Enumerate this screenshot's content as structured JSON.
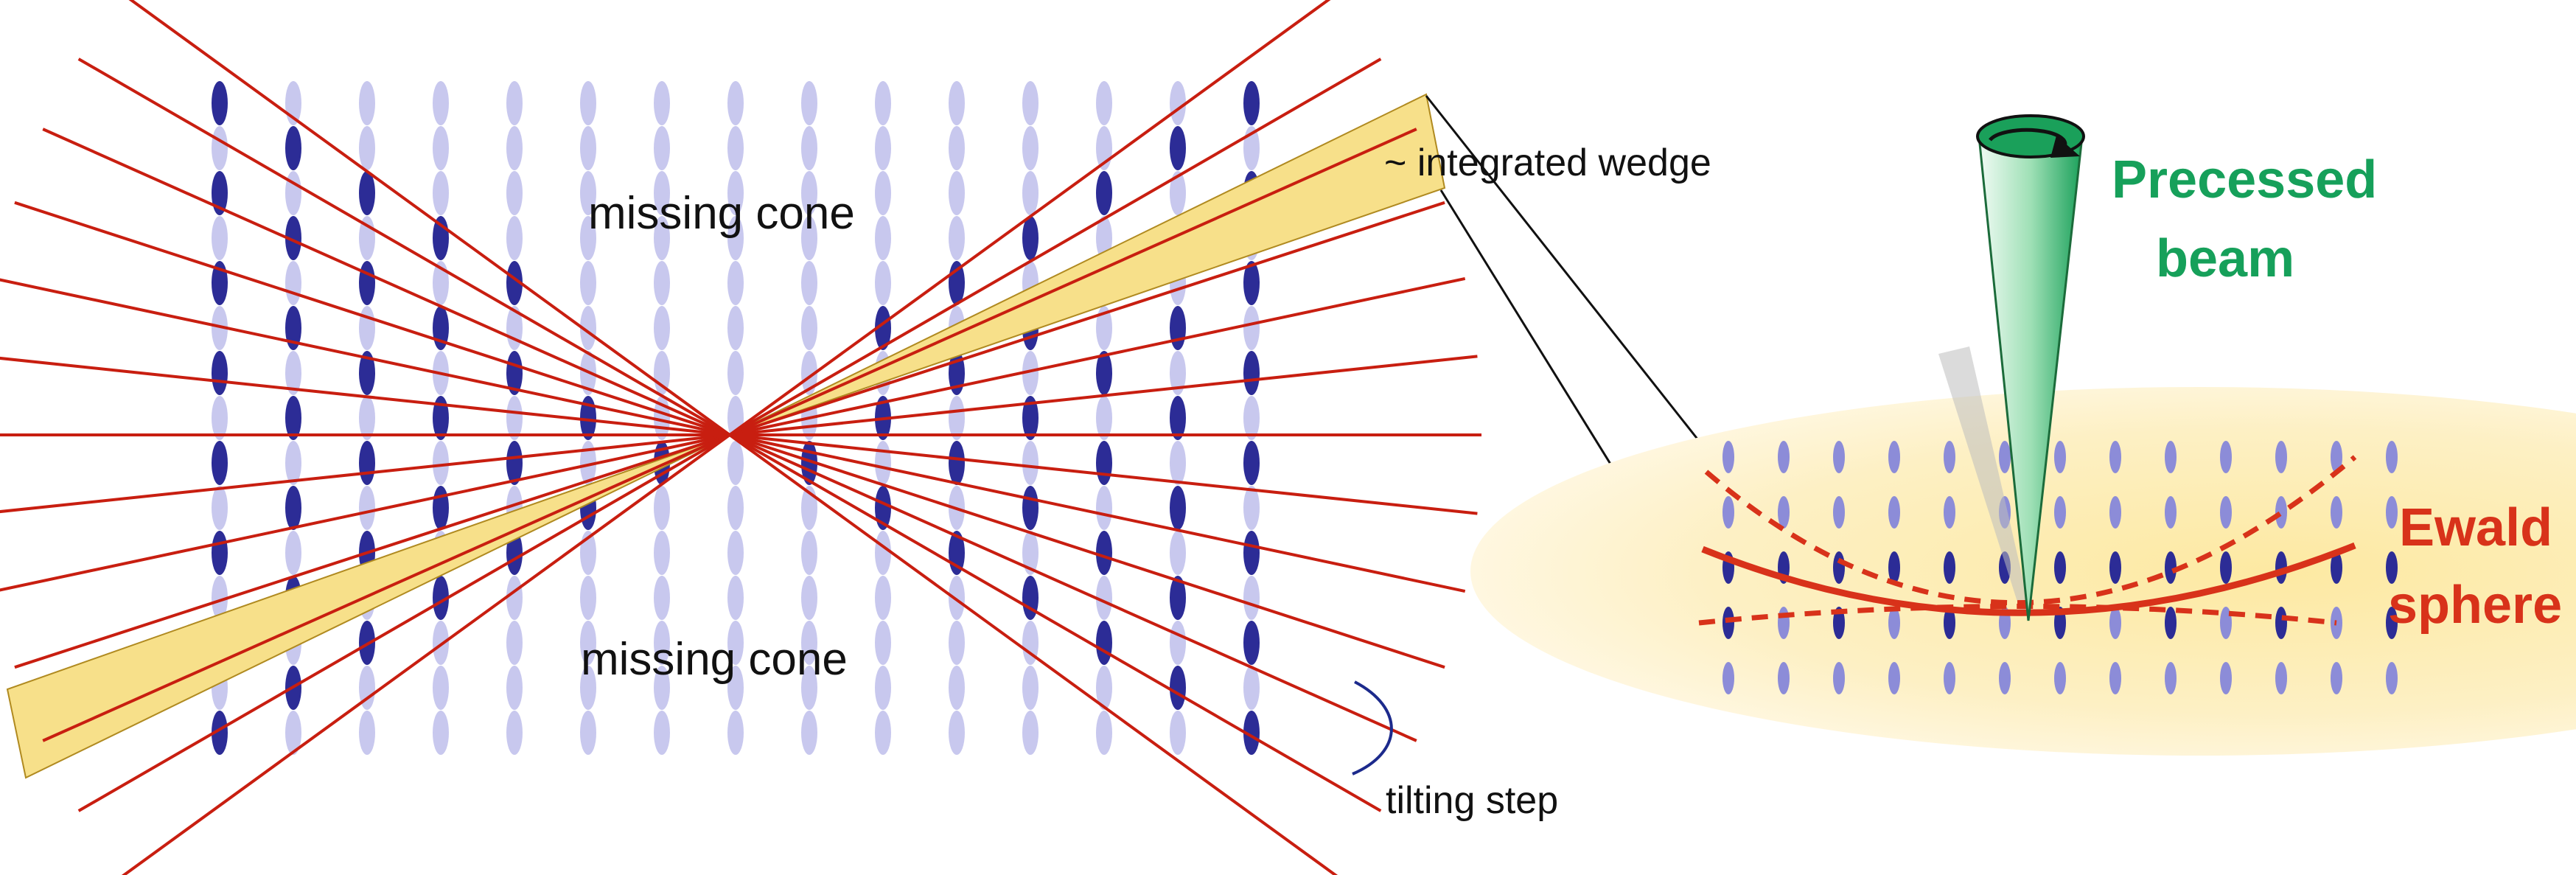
{
  "labels": {
    "missing_cone_top": "missing cone",
    "missing_cone_bottom": "missing cone",
    "integrated_wedge": "~ integrated wedge",
    "tilting_step": "tilting step",
    "precessed_beam_line1": "Precessed",
    "precessed_beam_line2": "beam",
    "ewald_line1": "Ewald",
    "ewald_line2": "sphere"
  },
  "colors": {
    "tilt_line": "#c81e10",
    "spot_dark": "#2c2c96",
    "spot_faint": "#c8c8ee",
    "wedge_fill": "#f7e08a",
    "precessed_beam_text": "#16a05a",
    "ewald_text": "#d8321a",
    "disc_fill": "#fbe9a8"
  },
  "left_panel": {
    "description_tilt_lines": "fan of red lines through the origin representing tilt series",
    "tilt_angles_deg": [
      -36,
      -30,
      -24,
      -18,
      -12,
      -6,
      0,
      6,
      12,
      18,
      24,
      30,
      36
    ],
    "wedge": "integrated wedge highlighted between two tilt lines"
  },
  "right_panel": {
    "features": [
      "precessed beam cone",
      "Ewald sphere (solid arc)",
      "integrated wedge bounds (dashed arcs)",
      "reciprocal lattice spots on disc"
    ]
  }
}
